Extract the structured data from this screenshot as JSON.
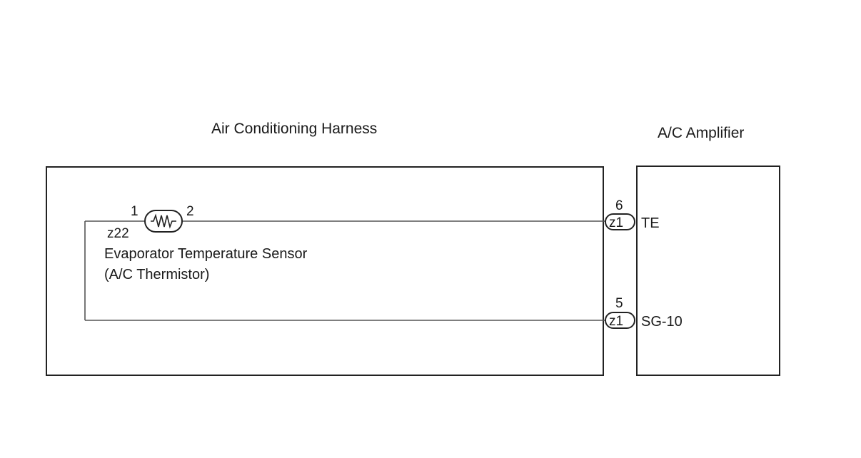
{
  "harness": {
    "title": "Air Conditioning Harness"
  },
  "amplifier": {
    "title": "A/C Amplifier"
  },
  "sensor": {
    "connector_id": "z22",
    "pin_left": "1",
    "pin_right": "2",
    "name_line1": "Evaporator Temperature Sensor",
    "name_line2": "(A/C Thermistor)"
  },
  "terminals": [
    {
      "pin": "6",
      "connector": "z1",
      "signal": "TE"
    },
    {
      "pin": "5",
      "connector": "z1",
      "signal": "SG-10"
    }
  ],
  "colors": {
    "line": "#222222",
    "wire": "#555555",
    "text": "#1a1a1a"
  }
}
